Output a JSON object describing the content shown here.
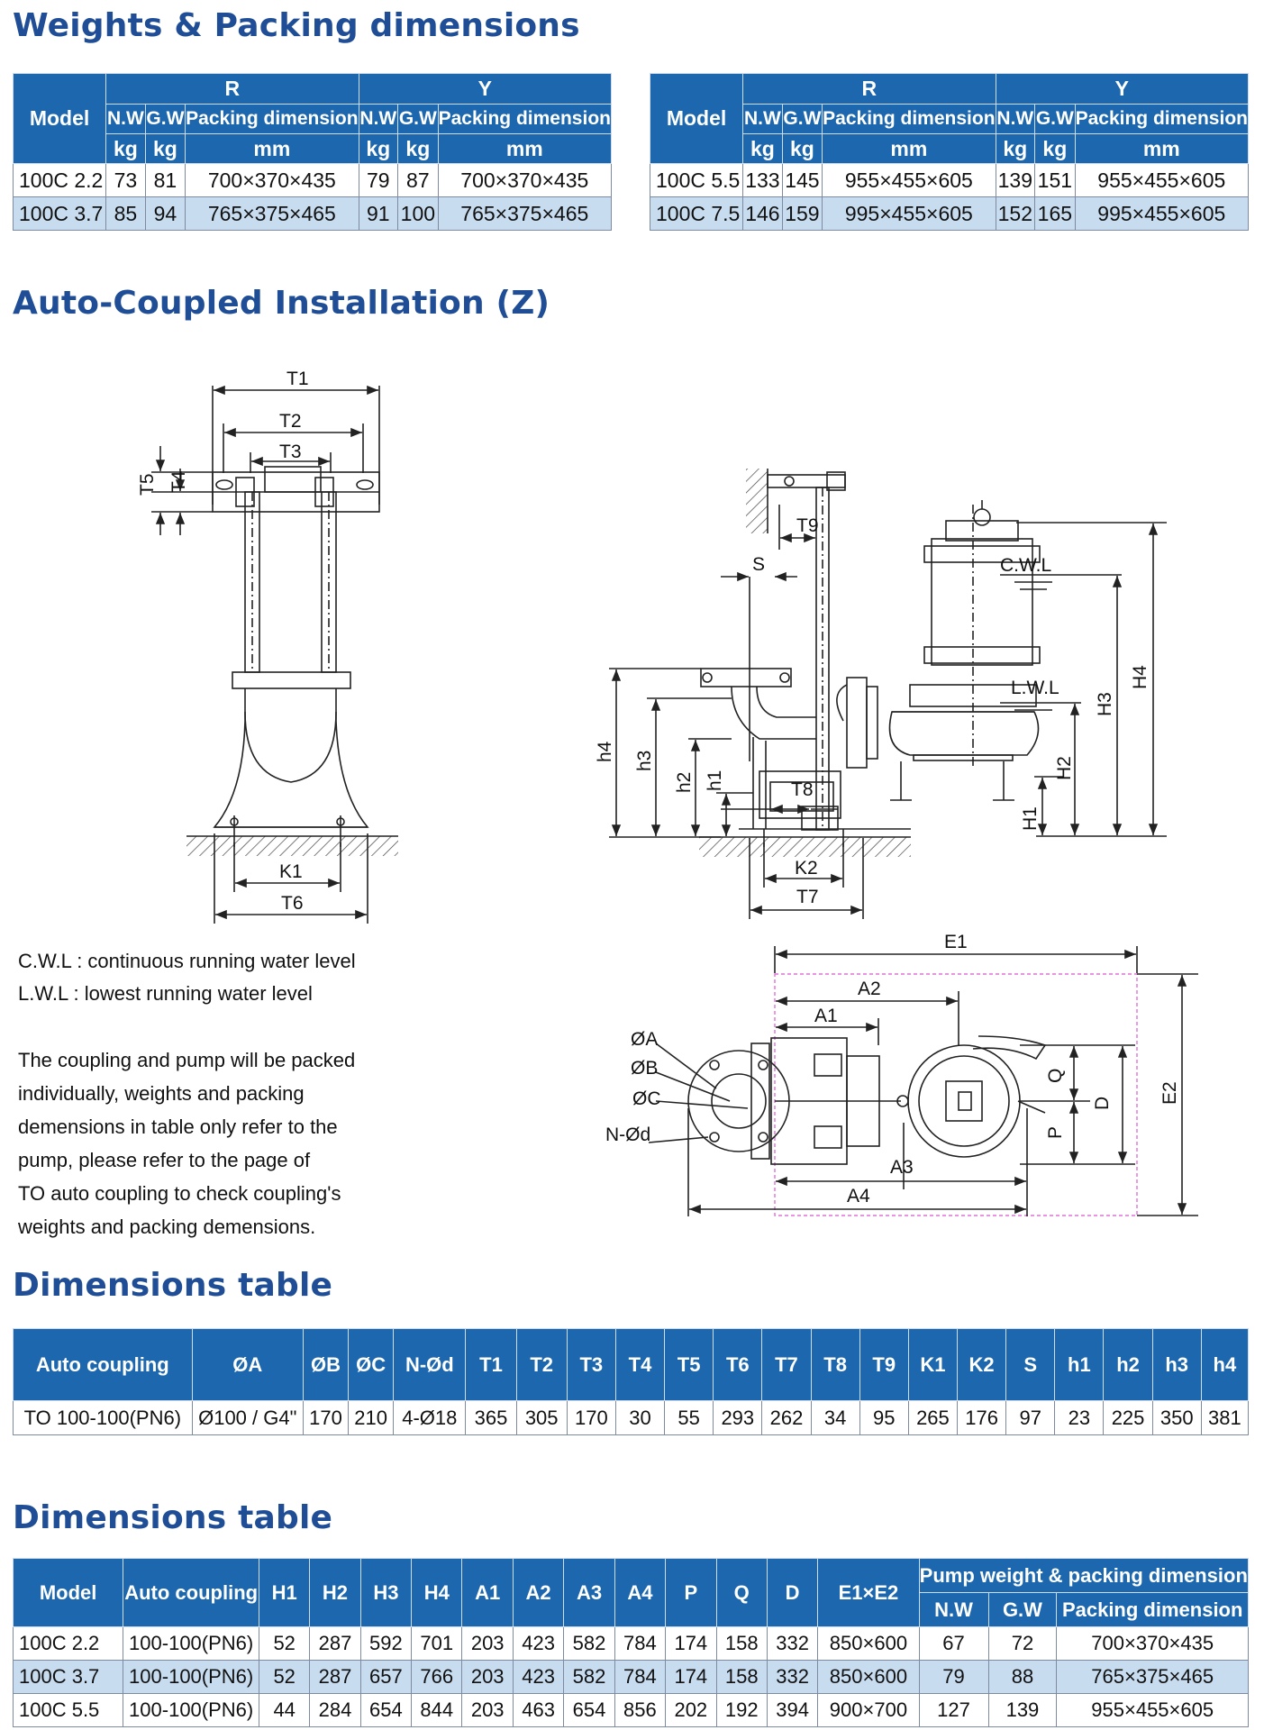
{
  "headings": {
    "weights": "Weights & Packing dimensions",
    "auto_coupled": "Auto-Coupled Installation (Z)",
    "dims1": "Dimensions table",
    "dims2": "Dimensions table"
  },
  "weights_header": {
    "model": "Model",
    "r": "R",
    "y": "Y",
    "nw": "N.W",
    "gw": "G.W",
    "packing": "Packing dimension",
    "kg": "kg",
    "mm": "mm"
  },
  "weights_left_rows": [
    [
      "100C  2.2",
      "73",
      "81",
      "700×370×435",
      "79",
      "87",
      "700×370×435"
    ],
    [
      "100C  3.7",
      "85",
      "94",
      "765×375×465",
      "91",
      "100",
      "765×375×465"
    ]
  ],
  "weights_right_rows": [
    [
      "100C  5.5",
      "133",
      "145",
      "955×455×605",
      "139",
      "151",
      "955×455×605"
    ],
    [
      "100C  7.5",
      "146",
      "159",
      "995×455×605",
      "152",
      "165",
      "995×455×605"
    ]
  ],
  "notes": {
    "cwl": "C.W.L : continuous running water level",
    "lwl": "L.W.L :  lowest running water level",
    "para_lines": [
      "The coupling and pump will be packed",
      "individually, weights and packing",
      "demensions in table only refer to the",
      "pump, please refer to the page of",
      "TO auto coupling to check coupling's",
      "weights and packing demensions."
    ]
  },
  "drawing_labels": {
    "T1": "T1",
    "T2": "T2",
    "T3": "T3",
    "T4": "T4",
    "T5": "T5",
    "T6": "T6",
    "T7": "T7",
    "T8": "T8",
    "T9": "T9",
    "K1": "K1",
    "K2": "K2",
    "S": "S",
    "h1": "h1",
    "h2": "h2",
    "h3": "h3",
    "h4": "h4",
    "H1": "H1",
    "H2": "H2",
    "H3": "H3",
    "H4": "H4",
    "CWL": "C.W.L",
    "LWL": "L.W.L",
    "E1": "E1",
    "E2": "E2",
    "A1": "A1",
    "A2": "A2",
    "A3": "A3",
    "A4": "A4",
    "OA": "ØA",
    "OB": "ØB",
    "OC": "ØC",
    "Nd": "N-Ød",
    "Q": "Q",
    "D": "D",
    "P": "P"
  },
  "coupling_table": {
    "headers": [
      "Auto coupling",
      "ØA",
      "ØB",
      "ØC",
      "N-Ød",
      "T1",
      "T2",
      "T3",
      "T4",
      "T5",
      "T6",
      "T7",
      "T8",
      "T9",
      "K1",
      "K2",
      "S",
      "h1",
      "h2",
      "h3",
      "h4"
    ],
    "rows": [
      [
        "TO 100-100(PN6)",
        "Ø100 / G4\"",
        "170",
        "210",
        "4-Ø18",
        "365",
        "305",
        "170",
        "30",
        "55",
        "293",
        "262",
        "34",
        "95",
        "265",
        "176",
        "97",
        "23",
        "225",
        "350",
        "381"
      ]
    ]
  },
  "model_table": {
    "headers": [
      "Model",
      "Auto coupling",
      "H1",
      "H2",
      "H3",
      "H4",
      "A1",
      "A2",
      "A3",
      "A4",
      "P",
      "Q",
      "D",
      "E1×E2"
    ],
    "group": "Pump weight & packing dimension",
    "sub": [
      "N.W",
      "G.W",
      "Packing dimension"
    ],
    "rows": [
      [
        "100C  2.2",
        "100-100(PN6)",
        "52",
        "287",
        "592",
        "701",
        "203",
        "423",
        "582",
        "784",
        "174",
        "158",
        "332",
        "850×600",
        "67",
        "72",
        "700×370×435"
      ],
      [
        "100C  3.7",
        "100-100(PN6)",
        "52",
        "287",
        "657",
        "766",
        "203",
        "423",
        "582",
        "784",
        "174",
        "158",
        "332",
        "850×600",
        "79",
        "88",
        "765×375×465"
      ],
      [
        "100C  5.5",
        "100-100(PN6)",
        "44",
        "284",
        "654",
        "844",
        "203",
        "463",
        "654",
        "856",
        "202",
        "192",
        "394",
        "900×700",
        "127",
        "139",
        "955×455×605"
      ]
    ]
  },
  "colors": {
    "heading": "#1f4e96",
    "header_bg": "#1c67ad",
    "alt_row": "#c8dcf0",
    "drawing": "#222222",
    "footprint": "#e070d8"
  }
}
